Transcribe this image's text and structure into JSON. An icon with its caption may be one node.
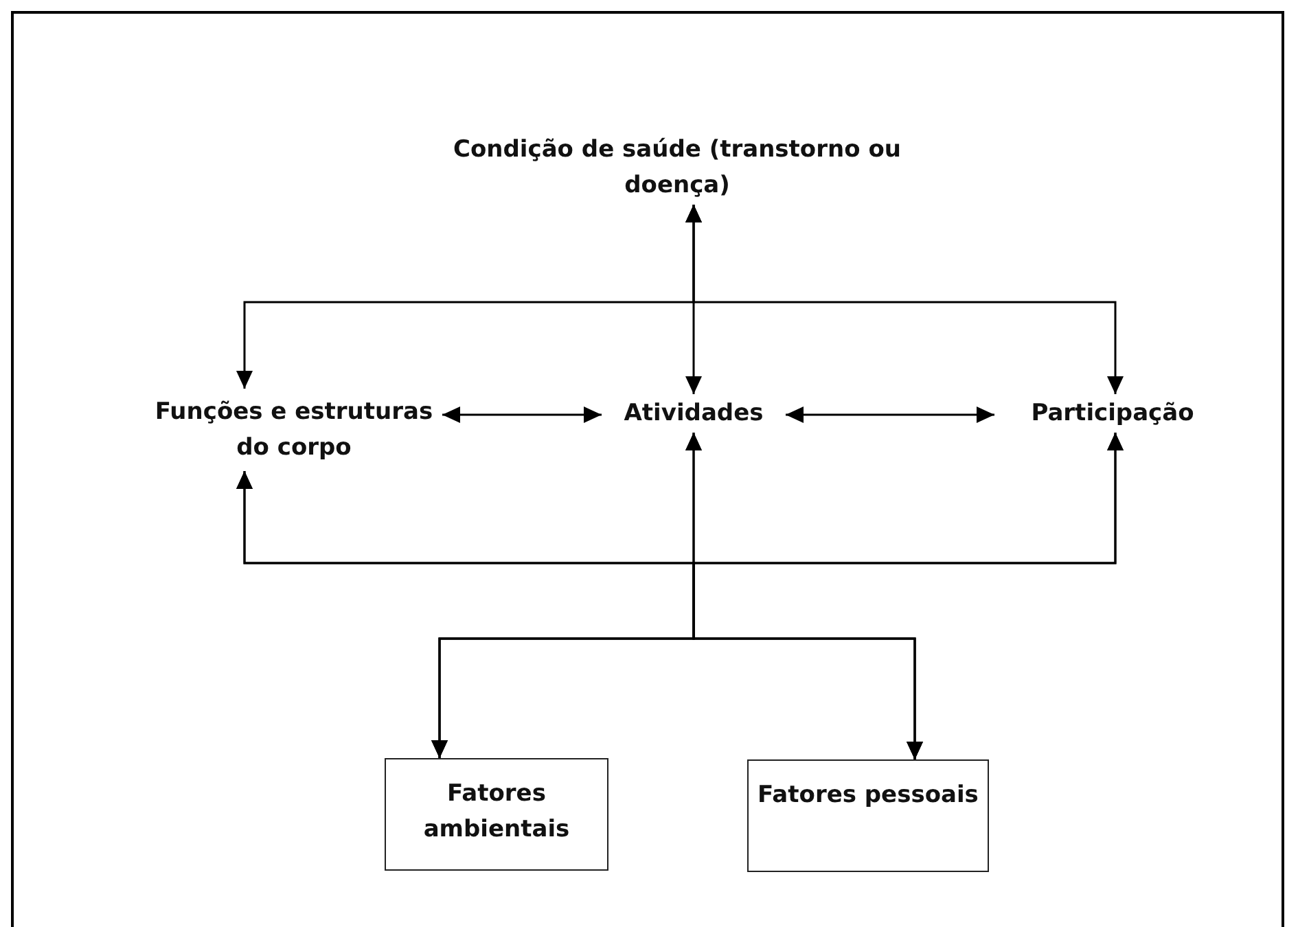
{
  "diagram": {
    "nodes": [
      {
        "text": [
          "Condição de saúde (transtorno ou doença)"
        ]
      },
      {
        "text": [
          "Funções e estruturas do corpo"
        ]
      },
      {
        "text": [
          "Atividades"
        ]
      },
      {
        "text": [
          "Participação"
        ]
      },
      {
        "text": [
          "Fatores ambientais"
        ]
      },
      {
        "text": [
          "Fatores pessoais"
        ]
      }
    ],
    "edges": [
      {
        "from": 0,
        "to": 1,
        "arrow": "both"
      },
      {
        "from": 0,
        "to": 2,
        "arrow": "both"
      },
      {
        "from": 0,
        "to": 3,
        "arrow": "both"
      },
      {
        "from": 1,
        "to": 2,
        "arrow": "both"
      },
      {
        "from": 2,
        "to": 3,
        "arrow": "both"
      },
      {
        "from": 4,
        "to": 1,
        "arrow": "both"
      },
      {
        "from": 4,
        "to": 2,
        "arrow": "both"
      },
      {
        "from": 4,
        "to": 3,
        "arrow": "both"
      },
      {
        "from": 5,
        "to": 1,
        "arrow": "both"
      },
      {
        "from": 5,
        "to": 2,
        "arrow": "both"
      },
      {
        "from": 5,
        "to": 3,
        "arrow": "both"
      }
    ]
  }
}
